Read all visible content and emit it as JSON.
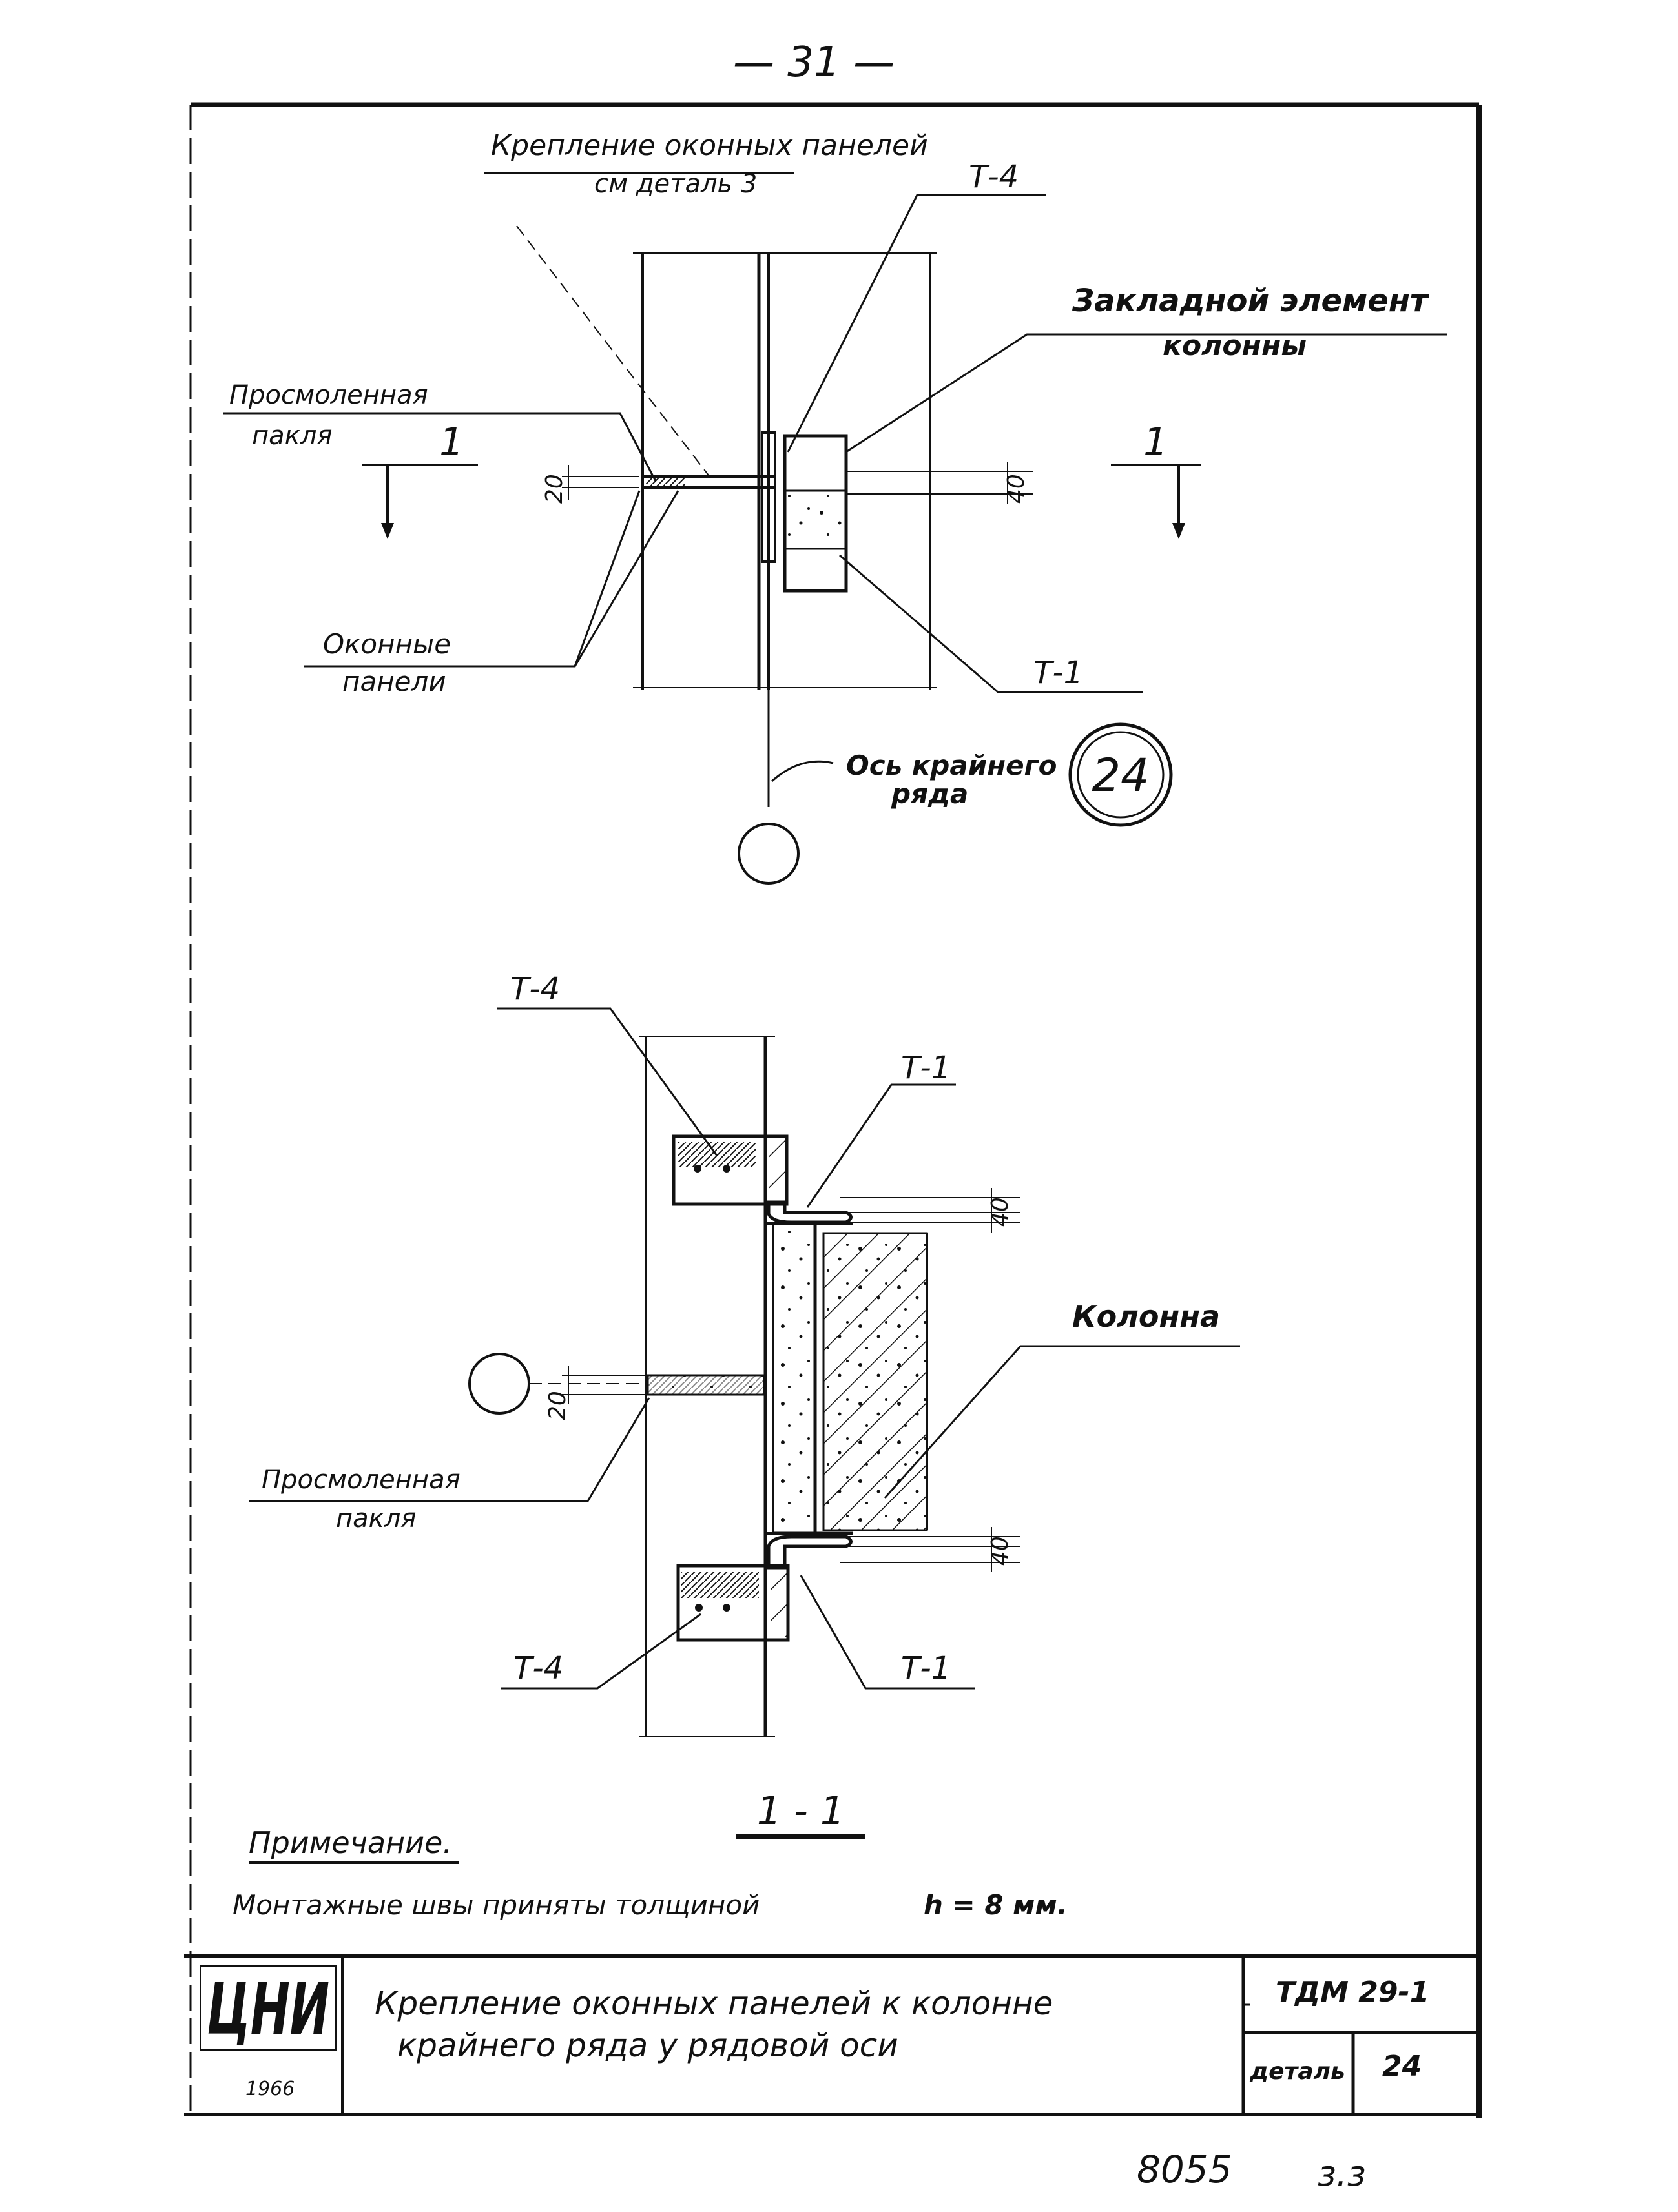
{
  "page_number": "— 31 —",
  "top_view": {
    "window_panel_fastening_note_line1": "Крепление оконных панелей",
    "window_panel_fastening_note_line2": "см деталь 3",
    "label_t4": "Т-4",
    "embedded_element_line1": "Закладной элемент",
    "embedded_element_line2": "колонны",
    "tow_line1": "Просмоленная",
    "tow_line2": "пакля",
    "section_mark_left": "1",
    "section_mark_right": "1",
    "dim_20": "20",
    "dim_40": "40",
    "window_panels_line1": "Оконные",
    "window_panels_line2": "панели",
    "label_t1": "Т-1",
    "axis_line1": "Ось крайнего",
    "axis_line2": "ряда",
    "detail_number": "24"
  },
  "section_view": {
    "label_t4_top": "Т-4",
    "label_t1_top": "Т-1",
    "dim_40_top": "40",
    "column_label": "Колонна",
    "dim_20": "20",
    "tow_line1": "Просмоленная",
    "tow_line2": "пакля",
    "dim_40_bottom": "40",
    "label_t4_bottom": "Т-4",
    "label_t1_bottom": "Т-1",
    "section_title": "1 - 1"
  },
  "note": {
    "heading": "Примечание.",
    "text_part1": "Монтажные швы приняты толщиной",
    "text_part2": "h = 8 мм."
  },
  "title_block": {
    "logo_text": "ЦНИ",
    "logo_year": "1966",
    "title_line1": "Крепление оконных панелей к колонне",
    "title_line2": "крайнего ряда у рядовой оси",
    "code": "ТДМ 29-1",
    "detail_label": "деталь",
    "detail_value": "24"
  },
  "footer": {
    "sheet_number": "8055",
    "sheet_suffix": "з.з"
  },
  "colors": {
    "ink": "#111111",
    "paper": "#ffffff"
  }
}
